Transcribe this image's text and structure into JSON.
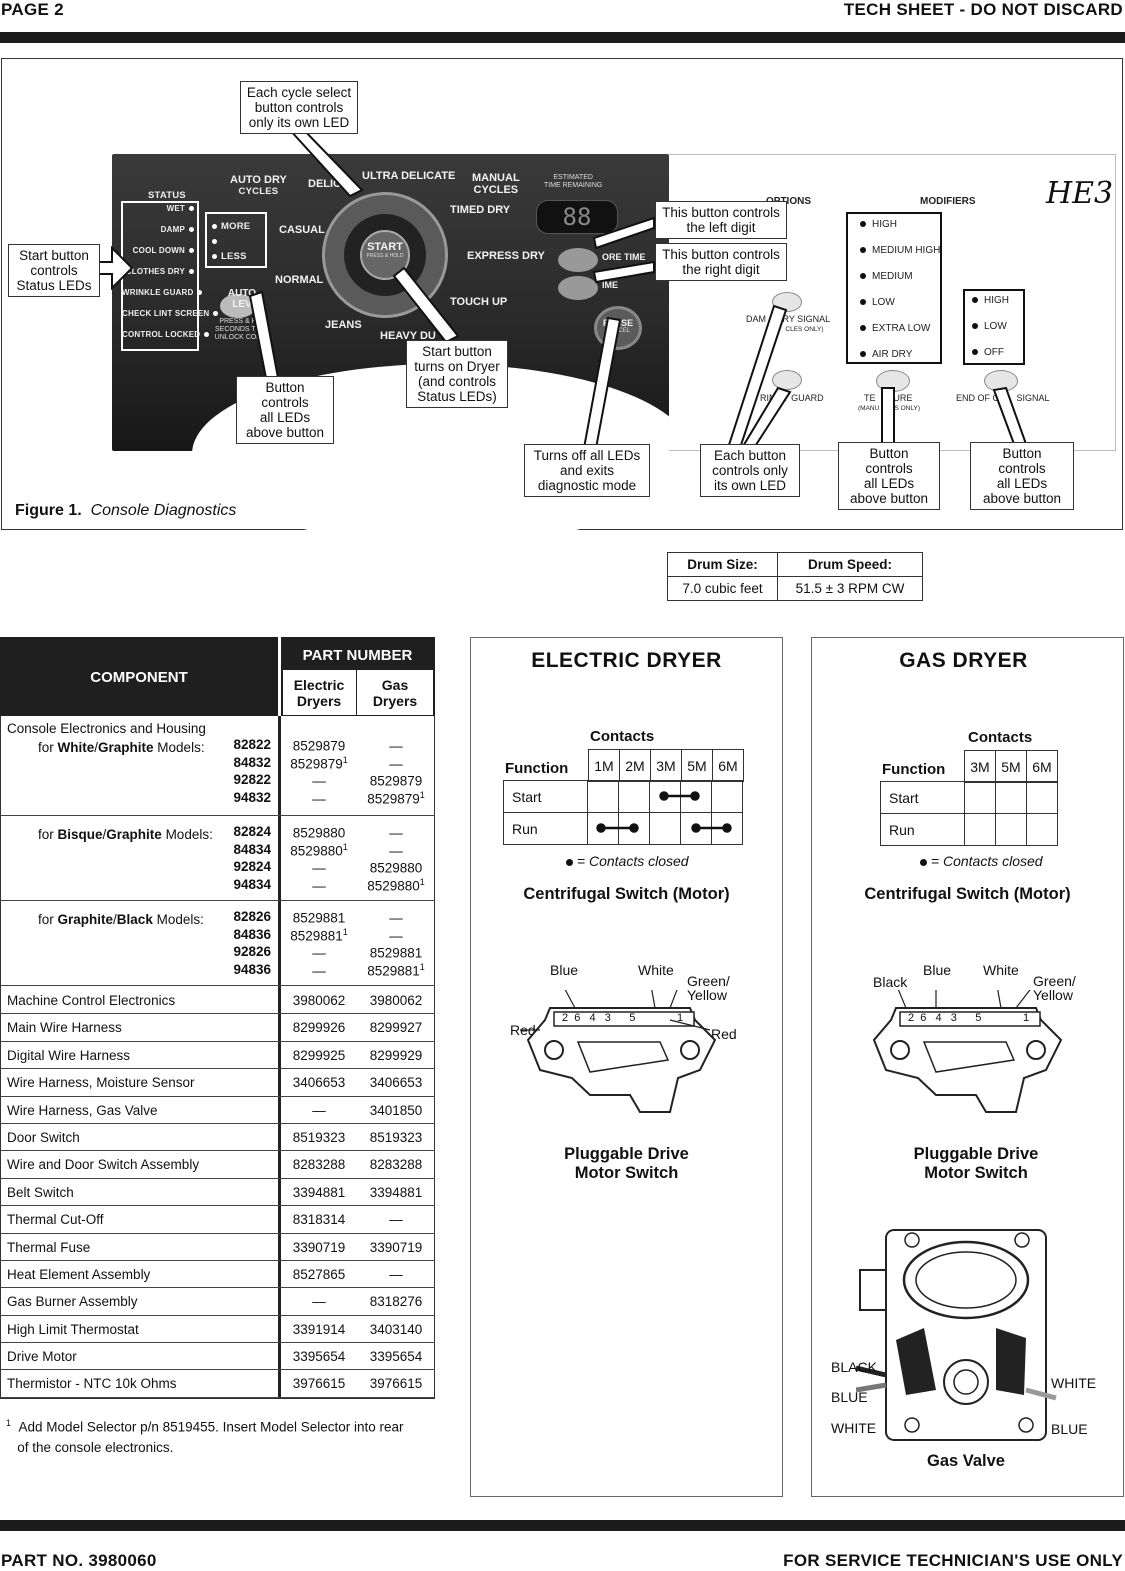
{
  "header": {
    "page": "PAGE 2",
    "sheet": "TECH SHEET - DO NOT DISCARD"
  },
  "footer": {
    "part_no": "PART NO. 3980060",
    "use": "FOR SERVICE TECHNICIAN'S USE ONLY"
  },
  "figure": {
    "label": "Figure 1.",
    "title": "Console Diagnostics",
    "callouts": {
      "cycle_select": [
        "Each cycle select",
        "button controls",
        "only its own LED"
      ],
      "start_status": [
        "Start button",
        "controls",
        "Status LEDs"
      ],
      "left_digit": [
        "This button controls",
        "the left digit"
      ],
      "right_digit": [
        "This button controls",
        "the right digit"
      ],
      "start_dryer": [
        "Start button",
        "turns on Dryer",
        "(and controls",
        "Status LEDs)"
      ],
      "auto_dry_btn": [
        "Button",
        "controls",
        "all LEDs",
        "above button"
      ],
      "pause_cancel": [
        "Turns off all LEDs",
        "and exits",
        "diagnostic mode"
      ],
      "options_btn": [
        "Each button",
        "controls only",
        "its own LED"
      ],
      "temp_btn": [
        "Button",
        "controls",
        "all LEDs",
        "above button"
      ],
      "signal_btn": [
        "Button",
        "controls",
        "all LEDs",
        "above button"
      ]
    },
    "console": {
      "status_title": "Status",
      "status_items": [
        "Wet",
        "Damp",
        "Cool Down",
        "Clothes Dry",
        "Wrinkle Guard",
        "Check Lint Screen",
        "Control Locked"
      ],
      "more": "More",
      "less": "Less",
      "auto_dry_cycles": [
        "Auto Dry",
        "Cycles"
      ],
      "auto_level": [
        "Auto",
        "Lev"
      ],
      "press_hold": [
        "Press & H",
        "Seconds To",
        "Unlock Con"
      ],
      "cycles": {
        "delicate": "Delica",
        "ultra": "Ultra Delicate",
        "casual": "Casual",
        "normal": "Normal",
        "jeans": "Jeans",
        "heavy": "Heavy Du",
        "timed": "Timed Dry",
        "express": "Express Dry",
        "touch": "Touch Up"
      },
      "manual_cycles": [
        "Manual",
        "Cycles"
      ],
      "est_time": [
        "Estimated",
        "Time Remaining"
      ],
      "display": "88",
      "start_label": "Start",
      "start_sub": "Press & Hold",
      "more_time": "ore Time",
      "less_time": "ime",
      "pause": "Pause",
      "cancel": "Cancel"
    },
    "options": {
      "options_title": "Options",
      "modifiers_title": "Modifiers",
      "logo": "HE3",
      "temp_levels": [
        "High",
        "Medium High",
        "Medium",
        "Low",
        "Extra Low",
        "Air Dry"
      ],
      "signal_levels": [
        "High",
        "Low",
        "Off"
      ],
      "damp_dry": "Dam    Dry Signal",
      "damp_dry_sub": "(    cles only)",
      "wrinkle": "rinkl  Guard",
      "temperature": "Te     ture",
      "temperature_sub": "(Manu      es only)",
      "end_signal": "End of C       Signal"
    }
  },
  "drum": {
    "headers": [
      "Drum Size:",
      "Drum Speed:"
    ],
    "values": [
      "7.0 cubic feet",
      "51.5 ± 3 RPM CW"
    ]
  },
  "parts": {
    "component_header": "COMPONENT",
    "part_number_header": "PART NUMBER",
    "electric_header": [
      "Electric",
      "Dryers"
    ],
    "gas_header": [
      "Gas",
      "Dryers"
    ],
    "console_groups": [
      {
        "intro": "Console Electronics and Housing",
        "prefix": "for ",
        "c1": "White",
        "sep": "/",
        "c2": "Graphite",
        "suffix": " Models:",
        "rows": [
          [
            "82822",
            "8529879",
            "",
            "—",
            ""
          ],
          [
            "84832",
            "8529879",
            "1",
            "—",
            ""
          ],
          [
            "92822",
            "—",
            "",
            "8529879",
            ""
          ],
          [
            "94832",
            "—",
            "",
            "8529879",
            "1"
          ]
        ]
      },
      {
        "intro": "",
        "prefix": "for ",
        "c1": "Bisque",
        "sep": "/",
        "c2": "Graphite",
        "suffix": " Models:",
        "rows": [
          [
            "82824",
            "8529880",
            "",
            "—",
            ""
          ],
          [
            "84834",
            "8529880",
            "1",
            "—",
            ""
          ],
          [
            "92824",
            "—",
            "",
            "8529880",
            ""
          ],
          [
            "94834",
            "—",
            "",
            "8529880",
            "1"
          ]
        ]
      },
      {
        "intro": "",
        "prefix": "for ",
        "c1": "Graphite",
        "sep": "/",
        "c2": "Black",
        "suffix": " Models:",
        "rows": [
          [
            "82826",
            "8529881",
            "",
            "—",
            ""
          ],
          [
            "84836",
            "8529881",
            "1",
            "—",
            ""
          ],
          [
            "92826",
            "—",
            "",
            "8529881",
            ""
          ],
          [
            "94836",
            "—",
            "",
            "8529881",
            "1"
          ]
        ]
      }
    ],
    "rows": [
      [
        "Machine Control Electronics",
        "3980062",
        "3980062"
      ],
      [
        "Main Wire Harness",
        "8299926",
        "8299927"
      ],
      [
        "Digital Wire Harness",
        "8299925",
        "8299929"
      ],
      [
        "Wire Harness, Moisture Sensor",
        "3406653",
        "3406653"
      ],
      [
        "Wire Harness, Gas Valve",
        "—",
        "3401850"
      ],
      [
        "Door Switch",
        "8519323",
        "8519323"
      ],
      [
        "Wire and Door Switch Assembly",
        "8283288",
        "8283288"
      ],
      [
        "Belt Switch",
        "3394881",
        "3394881"
      ],
      [
        "Thermal Cut-Off",
        "8318314",
        "—"
      ],
      [
        "Thermal Fuse",
        "3390719",
        "3390719"
      ],
      [
        "Heat Element Assembly",
        "8527865",
        "—"
      ],
      [
        "Gas Burner Assembly",
        "—",
        "8318276"
      ],
      [
        "High Limit Thermostat",
        "3391914",
        "3403140"
      ],
      [
        "Drive Motor",
        "3395654",
        "3395654"
      ],
      [
        "Thermistor - NTC 10k Ohms",
        "3976615",
        "3976615"
      ]
    ],
    "footnote_mark": "1",
    "footnote": [
      "Add Model Selector p/n 8519455. Insert Model Selector into rear",
      "of the console electronics."
    ]
  },
  "electric": {
    "title": "ELECTRIC DRYER",
    "contacts": "Contacts",
    "function": "Function",
    "cols": [
      "1M",
      "2M",
      "3M",
      "5M",
      "6M"
    ],
    "rows": [
      "Start",
      "Run"
    ],
    "legend": "= Contacts closed",
    "switch_title": "Centrifugal Switch (Motor)",
    "wires": {
      "blue": "Blue",
      "white": "White",
      "green": "Green/",
      "yellow": "Yellow",
      "red1": "Red",
      "red2": "Red"
    },
    "pins": "2  6   4   3      5",
    "pin1": "1",
    "drive_title": [
      "Pluggable Drive",
      "Motor Switch"
    ]
  },
  "gas": {
    "title": "GAS DRYER",
    "contacts": "Contacts",
    "function": "Function",
    "cols": [
      "3M",
      "5M",
      "6M"
    ],
    "rows": [
      "Start",
      "Run"
    ],
    "legend": "= Contacts closed",
    "switch_title": "Centrifugal Switch (Motor)",
    "wires": {
      "black": "Black",
      "blue": "Blue",
      "white": "White",
      "green": "Green/",
      "yellow": "Yellow"
    },
    "pins": "2  6   4   3      5",
    "pin1": "1",
    "drive_title": [
      "Pluggable Drive",
      "Motor Switch"
    ],
    "valve_labels": {
      "black": "BLACK",
      "blue_l": "BLUE",
      "white_l": "WHITE",
      "white_r": "WHITE",
      "blue_r": "BLUE"
    },
    "valve_title": "Gas Valve"
  }
}
